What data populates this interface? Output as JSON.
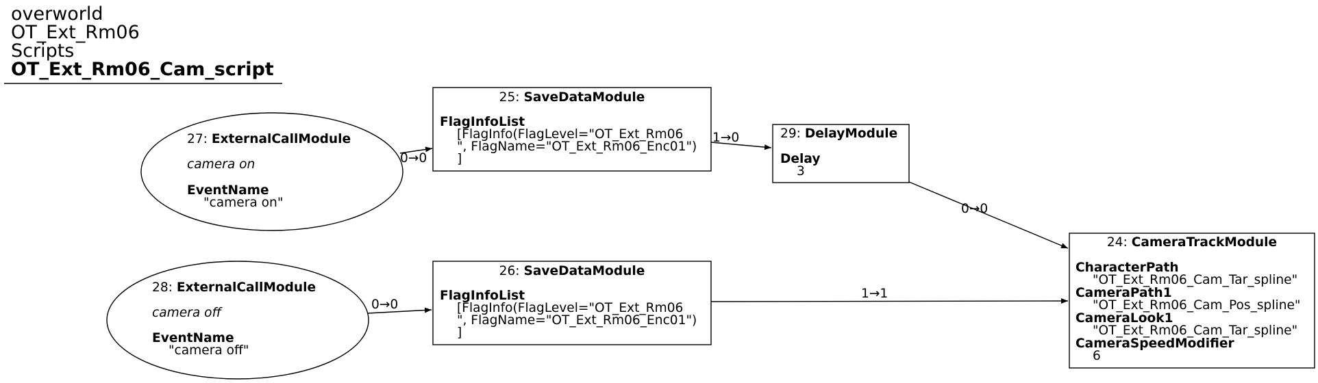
{
  "header": {
    "lines": [
      "overworld",
      "OT_Ext_Rm06",
      "Scripts"
    ],
    "title": "OT_Ext_Rm06_Cam_script"
  },
  "nodes": {
    "n27": {
      "id": "27",
      "type": "ExternalCallModule",
      "comment": "camera on",
      "prop_label": "EventName",
      "prop_value": "\"camera on\""
    },
    "n28": {
      "id": "28",
      "type": "ExternalCallModule",
      "comment": "camera off",
      "prop_label": "EventName",
      "prop_value": "\"camera off\""
    },
    "n25": {
      "id": "25",
      "type": "SaveDataModule",
      "prop_label": "FlagInfoList",
      "value_lines": [
        "[FlagInfo(FlagLevel=\"OT_Ext_Rm06",
        "\", FlagName=\"OT_Ext_Rm06_Enc01\")",
        "]"
      ]
    },
    "n26": {
      "id": "26",
      "type": "SaveDataModule",
      "prop_label": "FlagInfoList",
      "value_lines": [
        "[FlagInfo(FlagLevel=\"OT_Ext_Rm06",
        "\", FlagName=\"OT_Ext_Rm06_Enc01\")",
        "]"
      ]
    },
    "n29": {
      "id": "29",
      "type": "DelayModule",
      "prop_label": "Delay",
      "prop_value": "3"
    },
    "n24": {
      "id": "24",
      "type": "CameraTrackModule",
      "props": [
        {
          "label": "CharacterPath",
          "value": "\"OT_Ext_Rm06_Cam_Tar_spline\""
        },
        {
          "label": "CameraPath1",
          "value": "\"OT_Ext_Rm06_Cam_Pos_spline\""
        },
        {
          "label": "CameraLook1",
          "value": "\"OT_Ext_Rm06_Cam_Tar_spline\""
        },
        {
          "label": "CameraSpeedModifier",
          "value": "6"
        }
      ]
    }
  },
  "edges": [
    {
      "from": "27",
      "to": "25",
      "label": "0→0"
    },
    {
      "from": "25",
      "to": "29",
      "label": "1→0"
    },
    {
      "from": "29",
      "to": "24",
      "label": "0→0"
    },
    {
      "from": "28",
      "to": "26",
      "label": "0→0"
    },
    {
      "from": "26",
      "to": "24",
      "label": "1→1"
    }
  ],
  "colors": {
    "stroke": "#000000",
    "background": "#ffffff"
  }
}
